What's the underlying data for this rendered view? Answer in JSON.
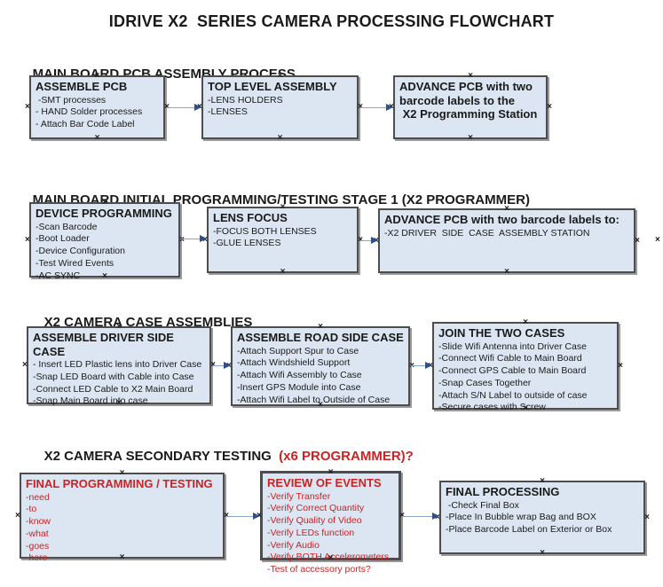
{
  "title": "IDRIVE X2  SERIES CAMERA PROCESSING FLOWCHART",
  "colors": {
    "ink": "#1a1a1a",
    "accent_red": "#cc2222",
    "box_fill": "#dce6f2",
    "box_border": "#4d4d4d",
    "arrow_line": "#8aa6cc",
    "arrow_head": "#2e4f8e"
  },
  "icons": {
    "connection_handle_glyph": "×"
  },
  "sections": [
    {
      "heading": "MAIN BOARD PCB ASSEMBLY PROCESS",
      "boxes": [
        {
          "title": "ASSEMBLE PCB",
          "items": [
            " -SMT processes",
            "- HAND Solder processes",
            "- Attach Bar Code Label"
          ]
        },
        {
          "title": "TOP LEVEL ASSEMBLY",
          "items": [
            "-LENS HOLDERS",
            "-LENSES"
          ]
        },
        {
          "title": "ADVANCE PCB with two\nbarcode labels to the\n X2 Programming Station",
          "items": []
        }
      ]
    },
    {
      "heading": "MAIN BOARD INITIAL PROGRAMMING/TESTING STAGE 1 (X2 PROGRAMMER)",
      "boxes": [
        {
          "title": "DEVICE PROGRAMMING",
          "items": [
            "-Scan Barcode",
            "-Boot Loader",
            "-Device Configuration",
            "-Test Wired Events",
            "-AC SYNC"
          ]
        },
        {
          "title": "LENS FOCUS",
          "items": [
            "-FOCUS BOTH LENSES",
            "-GLUE LENSES"
          ]
        },
        {
          "title": "ADVANCE PCB with two barcode labels to:",
          "items": [
            "-X2 DRIVER  SIDE  CASE  ASSEMBLY STATION"
          ]
        }
      ]
    },
    {
      "heading": "X2 CAMERA CASE ASSEMBLIES",
      "boxes": [
        {
          "title": "ASSEMBLE DRIVER SIDE CASE",
          "items": [
            "- Insert LED Plastic lens into Driver Case",
            "-Snap LED Board with Cable into Case",
            "-Connect LED Cable to X2 Main Board",
            "-Snap Main Board into case"
          ]
        },
        {
          "title": "ASSEMBLE ROAD SIDE CASE",
          "items": [
            "-Attach Support Spur to Case",
            "-Attach Windshield Support",
            "-Attach Wifi Assembly to Case",
            "-Insert GPS Module into Case",
            "-Attach Wifi Label to Outside of Case"
          ]
        },
        {
          "title": "JOIN THE TWO CASES",
          "items": [
            "-Slide Wifi Antenna into Driver Case",
            "-Connect Wifi Cable to Main Board",
            "-Connect GPS Cable to Main Board",
            "-Snap Cases Together",
            "-Attach S/N Label to outside of case",
            "-Secure cases with Screw"
          ]
        }
      ]
    },
    {
      "heading": "X2 CAMERA SECONDARY TESTING ",
      "heading_red": " (x6 PROGRAMMER)?",
      "boxes": [
        {
          "title": "FINAL PROGRAMMING / TESTING",
          "items": [
            "-need",
            "-to",
            "-know",
            "-what",
            "-goes",
            "-here"
          ]
        },
        {
          "title": "REVIEW OF EVENTS",
          "items": [
            "-Verify Transfer",
            "-Verify Correct Quantity",
            "-Verify Quality of Video",
            "-Verify LEDs function",
            "-Verify Audio",
            "-Verify BOTH Accelerometers",
            "-Test of accessory ports?"
          ]
        },
        {
          "title": "FINAL PROCESSING",
          "items": [
            " -Check Final Box",
            "-Place In Bubble wrap Bag and BOX",
            "-Place Barcode Label on Exterior or Box"
          ]
        }
      ]
    }
  ]
}
